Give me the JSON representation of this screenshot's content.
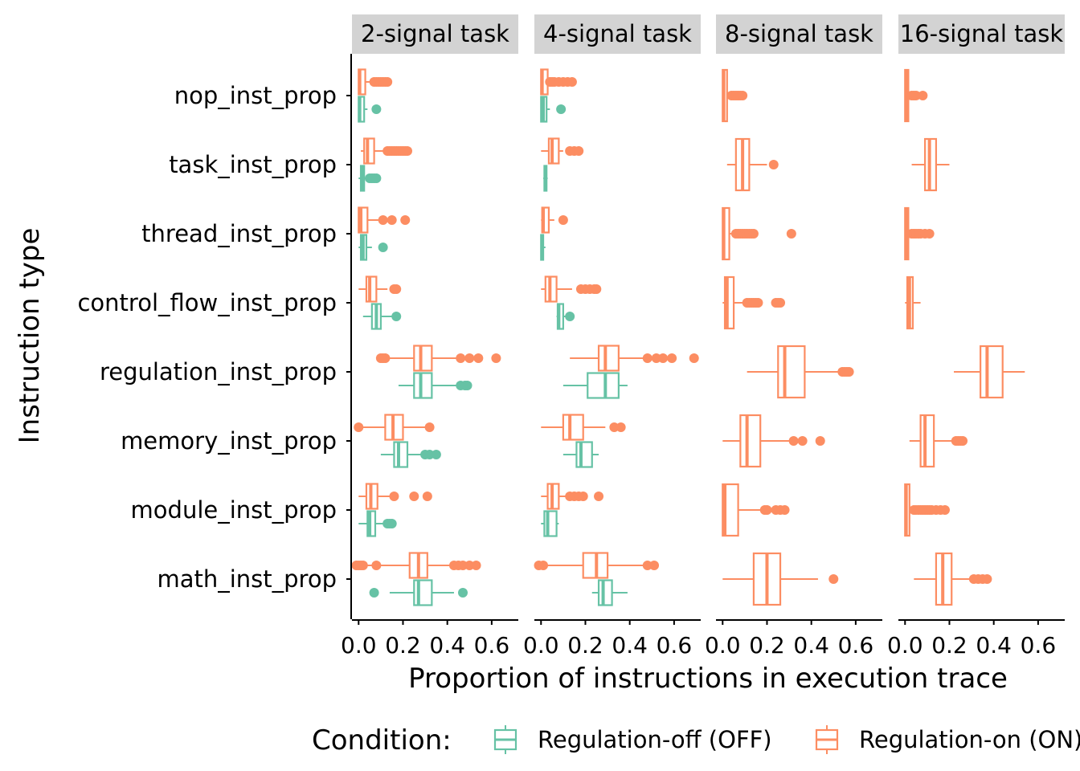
{
  "chart_data": {
    "type": "boxplot",
    "orientation": "horizontal",
    "xlabel": "Proportion of instructions in execution trace",
    "ylabel": "Instruction type",
    "xlim": [
      -0.03,
      0.72
    ],
    "x_ticks": [
      0.0,
      0.2,
      0.4,
      0.6
    ],
    "x_tick_labels": [
      "0.0",
      "0.2",
      "0.4",
      "0.6"
    ],
    "grid": false,
    "legend": {
      "title": "Condition:",
      "position": "bottom",
      "items": [
        {
          "key": "off",
          "label": "Regulation-off (OFF)",
          "color": "#66c2a5"
        },
        {
          "key": "on",
          "label": "Regulation-on (ON)",
          "color": "#fc8d62"
        }
      ]
    },
    "categories": [
      "nop_inst_prop",
      "task_inst_prop",
      "thread_inst_prop",
      "control_flow_inst_prop",
      "regulation_inst_prop",
      "memory_inst_prop",
      "module_inst_prop",
      "math_inst_prop"
    ],
    "panels": [
      {
        "title": "2-signal task",
        "series": [
          {
            "condition": "on",
            "boxes": [
              {
                "category": "nop_inst_prop",
                "whislo": 0.0,
                "q1": 0.0,
                "med": 0.005,
                "q3": 0.03,
                "whishi": 0.065,
                "outliers": [
                  0.07,
                  0.08,
                  0.09,
                  0.1,
                  0.11,
                  0.12,
                  0.13
                ]
              },
              {
                "category": "task_inst_prop",
                "whislo": 0.01,
                "q1": 0.025,
                "med": 0.04,
                "q3": 0.07,
                "whishi": 0.12,
                "outliers": [
                  0.13,
                  0.14,
                  0.15,
                  0.16,
                  0.17,
                  0.18,
                  0.19,
                  0.2,
                  0.21,
                  0.22
                ]
              },
              {
                "category": "thread_inst_prop",
                "whislo": 0.0,
                "q1": 0.0,
                "med": 0.01,
                "q3": 0.04,
                "whishi": 0.09,
                "outliers": [
                  0.11,
                  0.15,
                  0.21
                ]
              },
              {
                "category": "control_flow_inst_prop",
                "whislo": 0.0,
                "q1": 0.035,
                "med": 0.05,
                "q3": 0.08,
                "whishi": 0.13,
                "outliers": [
                  0.16,
                  0.17
                ]
              },
              {
                "category": "regulation_inst_prop",
                "whislo": 0.09,
                "q1": 0.25,
                "med": 0.28,
                "q3": 0.33,
                "whishi": 0.44,
                "outliers": [
                  0.1,
                  0.11,
                  0.12,
                  0.46,
                  0.5,
                  0.54,
                  0.62
                ]
              },
              {
                "category": "memory_inst_prop",
                "whislo": 0.0,
                "q1": 0.12,
                "med": 0.155,
                "q3": 0.2,
                "whishi": 0.3,
                "outliers": [
                  0.0,
                  0.32
                ]
              },
              {
                "category": "module_inst_prop",
                "whislo": 0.0,
                "q1": 0.035,
                "med": 0.055,
                "q3": 0.085,
                "whishi": 0.14,
                "outliers": [
                  0.16,
                  0.25,
                  0.31
                ]
              },
              {
                "category": "math_inst_prop",
                "whislo": 0.02,
                "q1": 0.23,
                "med": 0.27,
                "q3": 0.31,
                "whishi": 0.42,
                "outliers": [
                  -0.01,
                  0.0,
                  0.01,
                  0.02,
                  0.08,
                  0.43,
                  0.45,
                  0.47,
                  0.5,
                  0.53
                ]
              }
            ]
          },
          {
            "condition": "off",
            "boxes": [
              {
                "category": "nop_inst_prop",
                "whislo": 0.0,
                "q1": 0.0,
                "med": 0.005,
                "q3": 0.025,
                "whishi": 0.04,
                "outliers": [
                  0.08
                ]
              },
              {
                "category": "task_inst_prop",
                "whislo": 0.0,
                "q1": 0.01,
                "med": 0.015,
                "q3": 0.025,
                "whishi": 0.04,
                "outliers": [
                  0.05,
                  0.06,
                  0.07,
                  0.08
                ]
              },
              {
                "category": "thread_inst_prop",
                "whislo": 0.0,
                "q1": 0.01,
                "med": 0.02,
                "q3": 0.035,
                "whishi": 0.06,
                "outliers": [
                  0.11
                ]
              },
              {
                "category": "control_flow_inst_prop",
                "whislo": 0.02,
                "q1": 0.06,
                "med": 0.08,
                "q3": 0.1,
                "whishi": 0.15,
                "outliers": [
                  0.17
                ]
              },
              {
                "category": "regulation_inst_prop",
                "whislo": 0.18,
                "q1": 0.25,
                "med": 0.28,
                "q3": 0.33,
                "whishi": 0.44,
                "outliers": [
                  0.46,
                  0.48,
                  0.49
                ]
              },
              {
                "category": "memory_inst_prop",
                "whislo": 0.1,
                "q1": 0.16,
                "med": 0.18,
                "q3": 0.22,
                "whishi": 0.28,
                "outliers": [
                  0.3,
                  0.32,
                  0.35
                ]
              },
              {
                "category": "module_inst_prop",
                "whislo": 0.0,
                "q1": 0.04,
                "med": 0.05,
                "q3": 0.075,
                "whishi": 0.11,
                "outliers": [
                  0.13,
                  0.14,
                  0.15
                ]
              },
              {
                "category": "math_inst_prop",
                "whislo": 0.14,
                "q1": 0.25,
                "med": 0.27,
                "q3": 0.33,
                "whishi": 0.43,
                "outliers": [
                  0.07,
                  0.47
                ]
              }
            ]
          }
        ]
      },
      {
        "title": "4-signal task",
        "series": [
          {
            "condition": "on",
            "boxes": [
              {
                "category": "nop_inst_prop",
                "whislo": 0.0,
                "q1": 0.0,
                "med": 0.005,
                "q3": 0.03,
                "whishi": 0.035,
                "outliers": [
                  0.04,
                  0.05,
                  0.06,
                  0.08,
                  0.1,
                  0.12,
                  0.14
                ]
              },
              {
                "category": "task_inst_prop",
                "whislo": 0.0,
                "q1": 0.035,
                "med": 0.05,
                "q3": 0.08,
                "whishi": 0.1,
                "outliers": [
                  0.13,
                  0.15,
                  0.17
                ]
              },
              {
                "category": "thread_inst_prop",
                "whislo": 0.0,
                "q1": 0.005,
                "med": 0.01,
                "q3": 0.035,
                "whishi": 0.06,
                "outliers": [
                  0.1
                ]
              },
              {
                "category": "control_flow_inst_prop",
                "whislo": 0.0,
                "q1": 0.02,
                "med": 0.04,
                "q3": 0.07,
                "whishi": 0.14,
                "outliers": [
                  0.18,
                  0.2,
                  0.22,
                  0.24,
                  0.25
                ]
              },
              {
                "category": "regulation_inst_prop",
                "whislo": 0.13,
                "q1": 0.26,
                "med": 0.29,
                "q3": 0.35,
                "whishi": 0.47,
                "outliers": [
                  0.48,
                  0.52,
                  0.55,
                  0.59,
                  0.69
                ]
              },
              {
                "category": "memory_inst_prop",
                "whislo": 0.0,
                "q1": 0.1,
                "med": 0.13,
                "q3": 0.19,
                "whishi": 0.29,
                "outliers": [
                  0.33,
                  0.36
                ]
              },
              {
                "category": "module_inst_prop",
                "whislo": 0.0,
                "q1": 0.03,
                "med": 0.05,
                "q3": 0.08,
                "whishi": 0.11,
                "outliers": [
                  0.13,
                  0.15,
                  0.17,
                  0.19,
                  0.26
                ]
              },
              {
                "category": "math_inst_prop",
                "whislo": 0.03,
                "q1": 0.19,
                "med": 0.25,
                "q3": 0.3,
                "whishi": 0.47,
                "outliers": [
                  -0.01,
                  0.01,
                  0.48,
                  0.51
                ]
              }
            ]
          },
          {
            "condition": "off",
            "boxes": [
              {
                "category": "nop_inst_prop",
                "whislo": 0.0,
                "q1": 0.0,
                "med": 0.01,
                "q3": 0.025,
                "whishi": 0.04,
                "outliers": [
                  0.09
                ]
              },
              {
                "category": "task_inst_prop",
                "whislo": 0.01,
                "q1": 0.015,
                "med": 0.02,
                "q3": 0.025,
                "whishi": 0.03,
                "outliers": []
              },
              {
                "category": "thread_inst_prop",
                "whislo": 0.0,
                "q1": 0.0,
                "med": 0.005,
                "q3": 0.01,
                "whishi": 0.02,
                "outliers": []
              },
              {
                "category": "control_flow_inst_prop",
                "whislo": 0.07,
                "q1": 0.075,
                "med": 0.08,
                "q3": 0.1,
                "whishi": 0.12,
                "outliers": [
                  0.13
                ]
              },
              {
                "category": "regulation_inst_prop",
                "whislo": 0.1,
                "q1": 0.21,
                "med": 0.29,
                "q3": 0.35,
                "whishi": 0.39,
                "outliers": []
              },
              {
                "category": "memory_inst_prop",
                "whislo": 0.1,
                "q1": 0.16,
                "med": 0.18,
                "q3": 0.23,
                "whishi": 0.26,
                "outliers": []
              },
              {
                "category": "module_inst_prop",
                "whislo": 0.0,
                "q1": 0.015,
                "med": 0.03,
                "q3": 0.07,
                "whishi": 0.08,
                "outliers": []
              },
              {
                "category": "math_inst_prop",
                "whislo": 0.23,
                "q1": 0.26,
                "med": 0.28,
                "q3": 0.32,
                "whishi": 0.39,
                "outliers": []
              }
            ]
          }
        ]
      },
      {
        "title": "8-signal task",
        "series": [
          {
            "condition": "on",
            "boxes": [
              {
                "category": "nop_inst_prop",
                "whislo": 0.0,
                "q1": 0.0,
                "med": 0.005,
                "q3": 0.02,
                "whishi": 0.03,
                "outliers": [
                  0.04,
                  0.05,
                  0.06,
                  0.07,
                  0.08,
                  0.09
                ]
              },
              {
                "category": "task_inst_prop",
                "whislo": 0.02,
                "q1": 0.06,
                "med": 0.09,
                "q3": 0.12,
                "whishi": 0.2,
                "outliers": [
                  0.23
                ]
              },
              {
                "category": "thread_inst_prop",
                "whislo": 0.0,
                "q1": 0.0,
                "med": 0.005,
                "q3": 0.03,
                "whishi": 0.05,
                "outliers": [
                  0.06,
                  0.07,
                  0.08,
                  0.09,
                  0.1,
                  0.11,
                  0.12,
                  0.13,
                  0.14,
                  0.31
                ]
              },
              {
                "category": "control_flow_inst_prop",
                "whislo": 0.0,
                "q1": 0.01,
                "med": 0.02,
                "q3": 0.05,
                "whishi": 0.1,
                "outliers": [
                  0.11,
                  0.12,
                  0.13,
                  0.14,
                  0.15,
                  0.16,
                  0.24,
                  0.25,
                  0.26
                ]
              },
              {
                "category": "regulation_inst_prop",
                "whislo": 0.11,
                "q1": 0.25,
                "med": 0.28,
                "q3": 0.37,
                "whishi": 0.53,
                "outliers": [
                  0.54,
                  0.55,
                  0.56,
                  0.57
                ]
              },
              {
                "category": "memory_inst_prop",
                "whislo": 0.0,
                "q1": 0.08,
                "med": 0.11,
                "q3": 0.17,
                "whishi": 0.3,
                "outliers": [
                  0.32,
                  0.36,
                  0.44
                ]
              },
              {
                "category": "module_inst_prop",
                "whislo": 0.0,
                "q1": 0.0,
                "med": 0.01,
                "q3": 0.07,
                "whishi": 0.18,
                "outliers": [
                  0.19,
                  0.2,
                  0.24,
                  0.26,
                  0.28
                ]
              },
              {
                "category": "math_inst_prop",
                "whislo": 0.0,
                "q1": 0.14,
                "med": 0.2,
                "q3": 0.26,
                "whishi": 0.43,
                "outliers": [
                  0.5
                ]
              }
            ]
          }
        ]
      },
      {
        "title": "16-signal task",
        "series": [
          {
            "condition": "on",
            "boxes": [
              {
                "category": "nop_inst_prop",
                "whislo": 0.0,
                "q1": 0.0,
                "med": 0.005,
                "q3": 0.015,
                "whishi": 0.02,
                "outliers": [
                  0.03,
                  0.04,
                  0.05,
                  0.08
                ]
              },
              {
                "category": "task_inst_prop",
                "whislo": 0.03,
                "q1": 0.09,
                "med": 0.11,
                "q3": 0.14,
                "whishi": 0.2,
                "outliers": []
              },
              {
                "category": "thread_inst_prop",
                "whislo": 0.0,
                "q1": 0.0,
                "med": 0.005,
                "q3": 0.015,
                "whishi": 0.02,
                "outliers": [
                  0.03,
                  0.04,
                  0.05,
                  0.06,
                  0.07,
                  0.09,
                  0.11
                ]
              },
              {
                "category": "control_flow_inst_prop",
                "whislo": 0.0,
                "q1": 0.01,
                "med": 0.02,
                "q3": 0.035,
                "whishi": 0.07,
                "outliers": []
              },
              {
                "category": "regulation_inst_prop",
                "whislo": 0.22,
                "q1": 0.34,
                "med": 0.37,
                "q3": 0.44,
                "whishi": 0.54,
                "outliers": []
              },
              {
                "category": "memory_inst_prop",
                "whislo": 0.02,
                "q1": 0.07,
                "med": 0.09,
                "q3": 0.13,
                "whishi": 0.22,
                "outliers": [
                  0.23,
                  0.24,
                  0.25,
                  0.26
                ]
              },
              {
                "category": "module_inst_prop",
                "whislo": 0.0,
                "q1": 0.0,
                "med": 0.005,
                "q3": 0.02,
                "whishi": 0.03,
                "outliers": [
                  0.04,
                  0.05,
                  0.06,
                  0.07,
                  0.08,
                  0.09,
                  0.1,
                  0.11,
                  0.12,
                  0.14,
                  0.16,
                  0.18
                ]
              },
              {
                "category": "math_inst_prop",
                "whislo": 0.04,
                "q1": 0.14,
                "med": 0.17,
                "q3": 0.21,
                "whishi": 0.3,
                "outliers": [
                  0.31,
                  0.33,
                  0.35,
                  0.37
                ]
              }
            ]
          }
        ]
      }
    ]
  }
}
